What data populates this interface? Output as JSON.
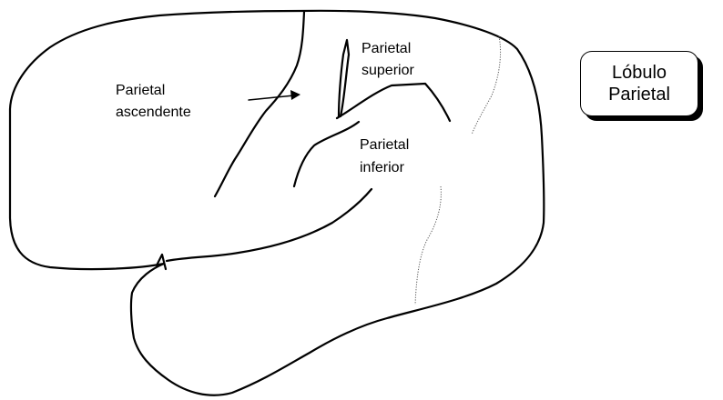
{
  "labels": {
    "parietal_ascendente": [
      "Parietal",
      "ascendente"
    ],
    "parietal_superior": [
      "Parietal",
      "superior"
    ],
    "parietal_inferior": [
      "Parietal",
      "inferior"
    ]
  },
  "title_box": {
    "line1": "Lóbulo",
    "line2": "Parietal"
  },
  "colors": {
    "stroke": "#000000",
    "background": "#ffffff"
  }
}
